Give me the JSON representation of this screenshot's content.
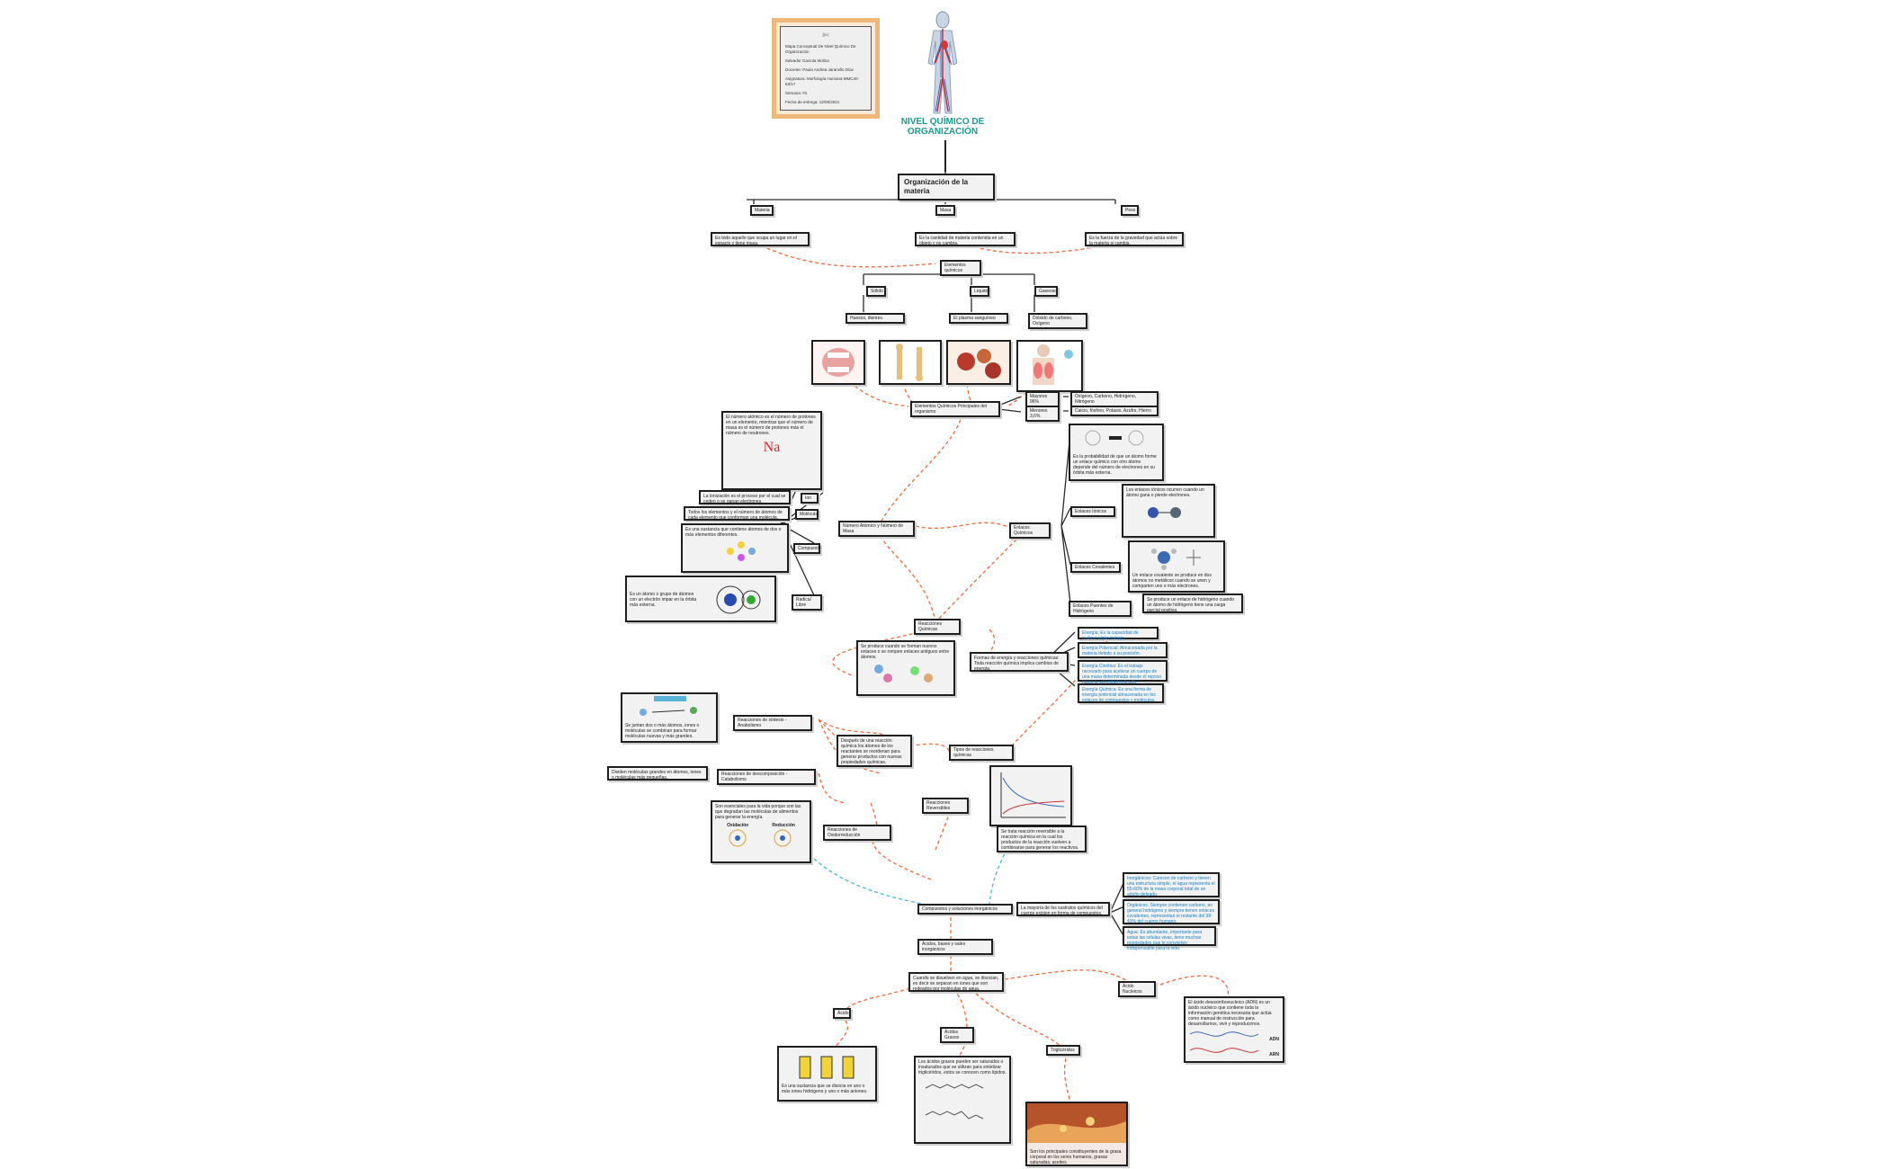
{
  "note": {
    "lines": [
      "Mapa Conceptual De Nivel Químico De Organización",
      "Salvador Gaviola Molina",
      "Docente: Paula Andrea Jaramillo Díaz",
      "Asignatura: Morfología Humana MMC40-63/17",
      "Semana: #2",
      "Fecha de entrega: 12/08/2021"
    ]
  },
  "title": "NIVEL QUÍMICO DE ORGANIZACIÓN",
  "nodes": {
    "organizacion": "Organización de la materia",
    "materia": "Materia",
    "masa": "Masa",
    "peso": "Peso",
    "materia_def": "Es todo aquello que ocupa un lugar en el espacio y tiene masa.",
    "masa_def": "Es la cantidad de materia contenida en un objeto y no cambia.",
    "peso_def": "Es la fuerza de la gravedad que actúa sobre la materia si cambia.",
    "elementos": "Elementos químicos",
    "solido": "Sólido",
    "liquido": "Líquido",
    "gaseoso": "Gaseoso",
    "huesos": "Huesos, dientes.",
    "plasma": "El plasma sanguíneo",
    "dioxido": "Dióxido de carbono, Oxígeno",
    "principales": "Elementos Químicos Principales del organismo",
    "mayores": "Mayores 96%",
    "mayores_list": "Oxígeno, Carbono, Hidrógeno, Nitrógeno",
    "menores": "Menores 3,6%",
    "menores_list": "Calcio, fósforo, Potasio, Azufre, Hierro",
    "numero_atomico": "El número atómico es el número de protones en un elemento, mientras que el número de masa es el número de protones más el número de neutrones.",
    "ion_def": "La ionización es el proceso por el cual se ceden o se ganan electrones.",
    "ion": "Ion",
    "molecula_def": "Todos los elementos y el número de átomos de cada elemento que conforman una molécula.",
    "molecula": "Molécula",
    "compuesto_def": "Es una sustancia que contiene átomos de dos o más elementos diferentes.",
    "compuesto": "Compuesto",
    "radical_def": "Es un átomo o grupo de átomos con un electrón impar en la órbita más externa.",
    "radical": "Radical Libre",
    "num_masa": "Número Atómico y Número de Masa",
    "enlace_def": "Es la probabilidad de que un átomo forme un enlace químico con otro átomo depende del número de electrones en su órbita más externa.",
    "ionicos_def": "Los enlaces iónicos ocurren cuando un átomo gana o pierde electrones.",
    "enlaces": "Enlaces Químicos",
    "ionicos": "Enlaces Iónicos",
    "covalentes": "Enlaces Covalentes",
    "covalentes_def": "Un enlace covalente se produce en dos átomos no metálicos cuando se unen y comparten uno o más electrones.",
    "puentes": "Enlaces Puentes de Hidrógeno",
    "puentes_def": "Se produce un enlace de hidrógeno cuando un átomo de hidrógeno tiene una carga parcial positiva.",
    "reacciones": "Reacciones Químicas",
    "reacc_def": "Se produce cuando se forman nuevos enlaces o se rompen enlaces antiguos entre átomos.",
    "energia_def": "Formas de energía y reacciones químicas: Toda reacción química implica cambios de energía.",
    "energia1": "Energía: Es la capacidad de realizar algún trabajo",
    "energia2": "Energía Potencial: Almacenada por la materia debido a su posición.",
    "energia3": "Energía Cinética: Es el trabajo necesario para acelerar un cuerpo de una masa determinada desde el reposo hasta la velocidad indicada.",
    "energia4": "Energía Química: Es una forma de energía potencial almacenada en los enlaces de compuestos y moléculas.",
    "sintesis_def": "Se juntan dos o más átomos, iones o moléculas se combinan para formar moléculas nuevas y más grandes.",
    "sintesis": "Reacciones de síntesis - Anabolismo",
    "despues": "Después de una reacción química los átomos de los reactantes se reordenan para generar productos con nuevas propiedades químicas.",
    "tipos": "Tipos de reacciones químicas",
    "descomp_def": "Dividen moléculas grandes en átomos, iones o moléculas más pequeñas.",
    "descomp": "Reacciones de descomposición - Catabolismo",
    "reversible": "Reacciones Reversibles",
    "reversible_def": "Se trata reacción reversible a la reacción química en la cual los productos de la reacción vuelven a combinarse para generar los reactivos.",
    "oxido_def": "Son esenciales para la vida porque son las que degradan las moléculas de alimentos para generar la energía.",
    "oxido": "Reacciones de Oxidorreducción",
    "compuestos": "Compuestos y soluciones inorgánicos",
    "compuestos_def": "La mayoría de los sustratos químicos del cuerpo existen en forma de compuestos.",
    "inorg1": "Inorgánicos: Carecen de carbono y tienen una estructura simple, el agua representa el 55-60% de la masa corporal total de un adulto delgado.",
    "inorg2": "Orgánicos: Siempre contienen carbono, en general hidrógeno y siempre tienen enlaces covalentes, representan el restante del 38-43% del cuerpo humano.",
    "inorg3": "Agua: Es abundante, importante para todas las células vivas, tiene muchas propiedades que lo convierten indispensable para la vida.",
    "acidos_bases": "Ácidos, bases y sales inorgánicos",
    "disuelven": "Cuando se disuelven en agua, se disocian, es decir se separan en iones que son rodeados por moléculas de agua.",
    "nucleicos": "Ácido Nucleicos",
    "adn_def": "El ácido desoxirribonucleico (ADN) es un ácido nucleico que contiene toda la información genética necesaria que actúa como manual de instrucción para desarrollarnos, vivir y reproducirnos.",
    "acido": "Ácido",
    "grasos": "Ácidos Grasos",
    "trigliceridos": "Triglicéridos",
    "acido_def": "Es una sustancia que se disocia en uno o más iones hidrógeno y uno o más aniones.",
    "grasos_def": "Los ácidos grasos pueden ser saturados o insaturados que se utilizan para sintetizar triglicéridos, estos se conocen como lípidos.",
    "trig_def": "Son los principales constituyentes de la grasa corporal en los seres humanos, grasas saturadas, aceites."
  },
  "image_labels": {
    "na_symbol": "Na",
    "adn": "ADN",
    "arn": "ARN",
    "oxidacion": "Oxidación",
    "reduccion": "Reducción"
  }
}
